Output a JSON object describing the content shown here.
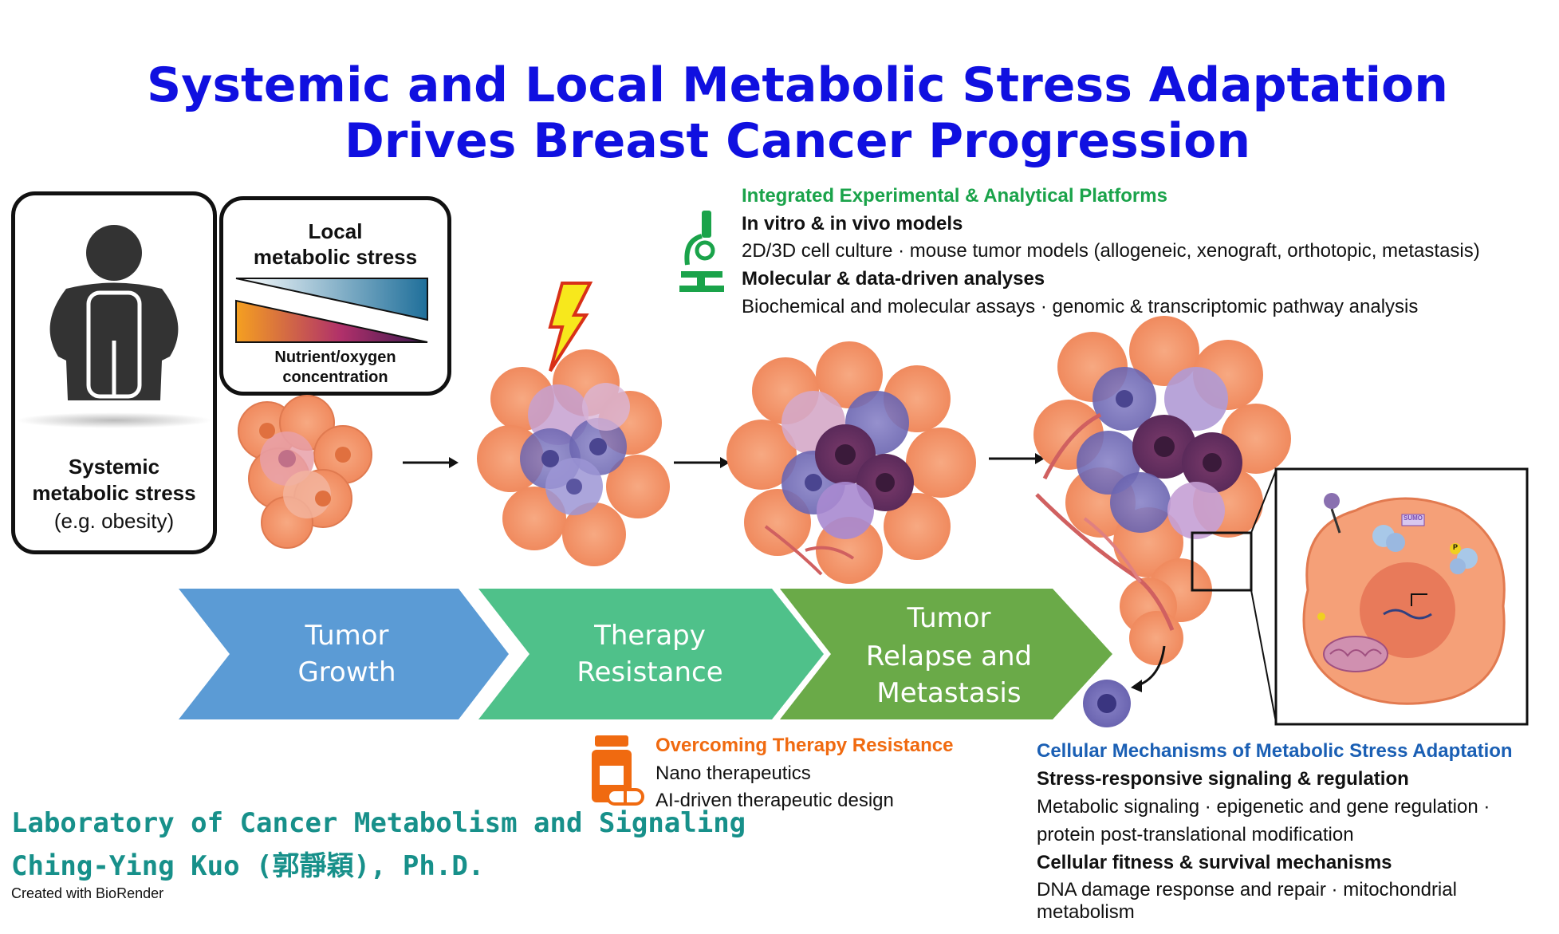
{
  "title": {
    "line1": "Systemic and Local Metabolic Stress Adaptation",
    "line2": "Drives Breast Cancer Progression"
  },
  "systemic_box": {
    "label_line1": "Systemic",
    "label_line2": "metabolic stress",
    "label_line3": "(e.g. obesity)",
    "icon": "obese-person-icon"
  },
  "local_box": {
    "title_line1": "Local",
    "title_line2": "metabolic stress",
    "gradient_label_line1": "Nutrient/oxygen",
    "gradient_label_line2": "concentration"
  },
  "stages": [
    {
      "line1": "Tumor",
      "line2": "Growth",
      "line3": "",
      "color": "#5b9bd5"
    },
    {
      "line1": "Therapy",
      "line2": "Resistance",
      "line3": "",
      "color": "#4fc18a"
    },
    {
      "line1": "Tumor",
      "line2": "Relapse and",
      "line3": "Metastasis",
      "color": "#6aaa48"
    }
  ],
  "platforms": {
    "heading": "Integrated Experimental & Analytical Platforms",
    "sub1": "In vitro & in vivo models",
    "text1": "2D/3D cell culture · mouse tumor models (allogeneic, xenograft, orthotopic, metastasis)",
    "sub2": "Molecular & data-driven analyses",
    "text2": "Biochemical and molecular assays · genomic & transcriptomic pathway analysis",
    "icon": "microscope-icon"
  },
  "therapy": {
    "heading": "Overcoming Therapy Resistance",
    "item1": "Nano therapeutics",
    "item2": "AI-driven therapeutic design",
    "icon": "pill-bottle-icon"
  },
  "mechanisms": {
    "heading": "Cellular Mechanisms of Metabolic Stress Adaptation",
    "sub1": "Stress-responsive signaling & regulation",
    "text1a": "Metabolic signaling · epigenetic and gene regulation ·",
    "text1b": "protein post-translational modification",
    "sub2": "Cellular fitness & survival mechanisms",
    "text2": "DNA damage response and repair · mitochondrial metabolism"
  },
  "inset": {
    "sumo_label": "SUMO",
    "p_label": "P"
  },
  "lab": {
    "line1": "Laboratory of Cancer Metabolism and Signaling",
    "line2": "Ching-Ying Kuo (郭靜穎), Ph.D.",
    "credit": "Created with BioRender"
  },
  "colors": {
    "title": "#1010e0",
    "platform_heading": "#1aa34a",
    "therapy_heading": "#f06a10",
    "mechanisms_heading": "#1a5fb4",
    "lab_text": "#17908a"
  }
}
